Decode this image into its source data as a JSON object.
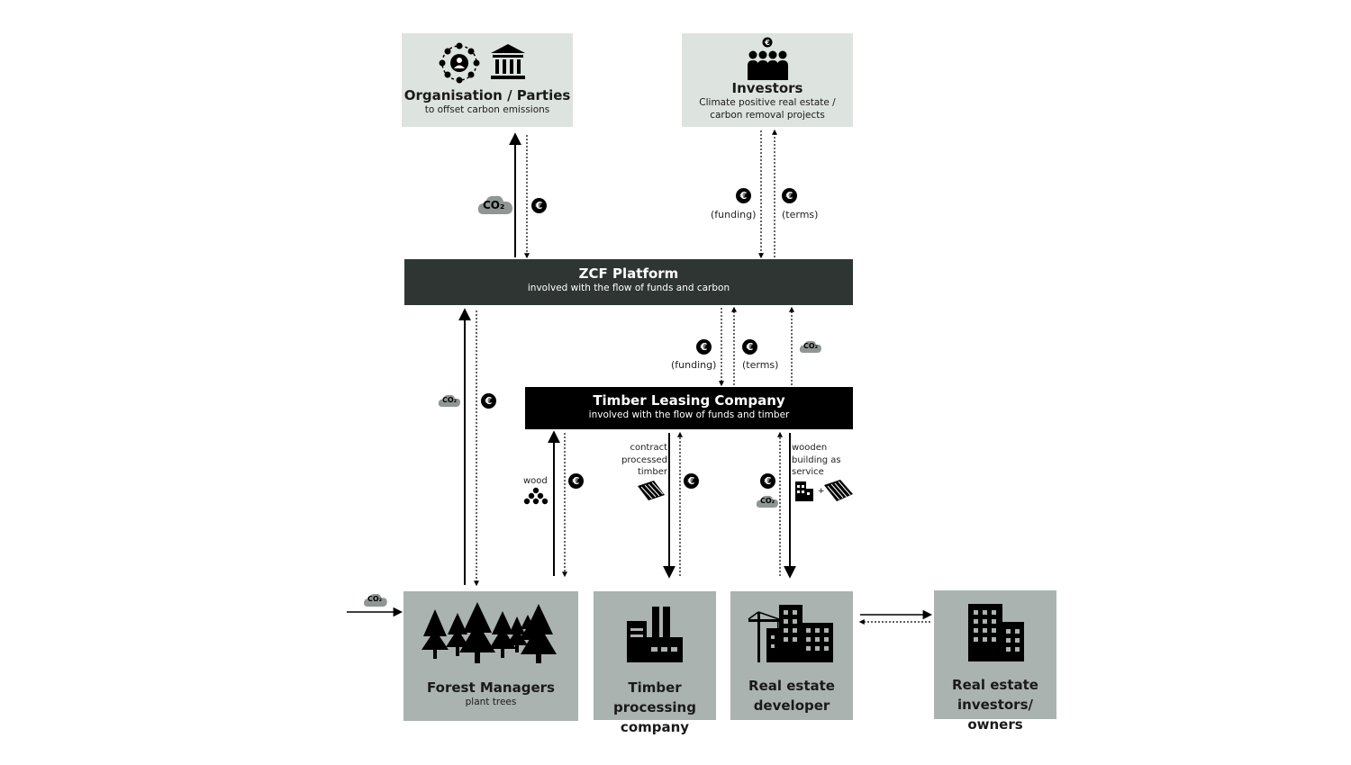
{
  "nodes": {
    "organisation": {
      "title": "Organisation / Parties",
      "subtitle": "to offset carbon emissions"
    },
    "investors": {
      "title": "Investors",
      "subtitle_line1": "Climate positive real estate /",
      "subtitle_line2": "carbon removal projects"
    },
    "zcf": {
      "title": "ZCF Platform",
      "subtitle": "involved with the flow of funds and carbon"
    },
    "timber_leasing": {
      "title": "Timber Leasing Company",
      "subtitle": "involved with the flow of funds and timber"
    },
    "forest": {
      "title": "Forest Managers",
      "subtitle": "plant trees"
    },
    "timber_processing": {
      "title_line1": "Timber processing",
      "title_line2": "company"
    },
    "developer": {
      "title_line1": "Real estate",
      "title_line2": "developer"
    },
    "re_investors": {
      "title_line1": "Real estate",
      "title_line2": "investors/ owners"
    }
  },
  "labels": {
    "funding": "(funding)",
    "terms": "(terms)",
    "wood": "wood",
    "contract_l1": "contract",
    "contract_l2": "processed",
    "contract_l3": "timber",
    "service_l1": "wooden",
    "service_l2": "building as",
    "service_l3": "service",
    "euro": "€",
    "co2": "CO₂"
  },
  "colors": {
    "light_box": "#dde4e0",
    "grey_box": "#aab3b0",
    "dark_box": "#2e3532",
    "black_box": "#000000"
  }
}
